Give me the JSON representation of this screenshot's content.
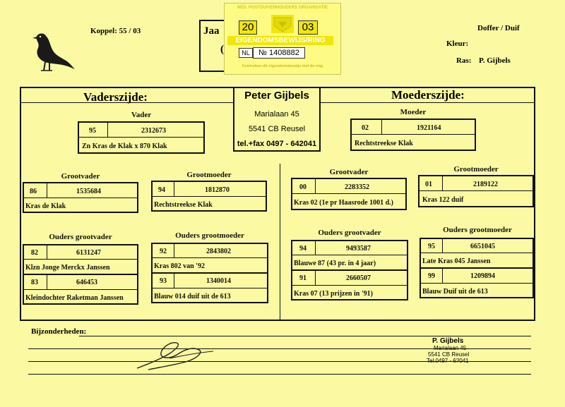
{
  "header": {
    "koppel": "Koppel: 55 / 03",
    "jaar_partial": "Jaa",
    "doffer_duif": "Doffer / Duif",
    "kleur_label": "Kleur:",
    "ras_label": "Ras:",
    "ras_value": "P. Gijbels"
  },
  "sticker": {
    "org": "NED. POSTDUIVENHOUDERS ORGANISATIE",
    "year_left": "20",
    "year_right": "03",
    "title": "EIGENDOMSBEWIJS/RING",
    "nl": "NL",
    "number": "№ 1408882",
    "footer": "Controleer dit eigendomsbewijs met de ring"
  },
  "breeder": {
    "name": "Peter Gijbels",
    "street": "Marialaan 45",
    "city": "5541 CB Reusel",
    "phone": "tel.+fax 0497 - 642041"
  },
  "sides": {
    "father_side": "Vaderszijde:",
    "mother_side": "Moederszijde:"
  },
  "vader": {
    "label": "Vader",
    "year": "95",
    "ring": "2312673",
    "desc": "Zn Kras de Klak x 870 Klak"
  },
  "moeder": {
    "label": "Moeder",
    "year": "02",
    "ring": "1921164",
    "desc": "Rechtstreekse Klak"
  },
  "v_grootvader": {
    "label": "Grootvader",
    "year": "86",
    "ring": "1535684",
    "desc": "Kras de Klak"
  },
  "v_grootmoeder": {
    "label": "Grootmoeder",
    "year": "94",
    "ring": "1812870",
    "desc": "Rechtstreekse Klak"
  },
  "m_grootvader": {
    "label": "Grootvader",
    "year": "00",
    "ring": "2283352",
    "desc": "Kras 02 (1e pr Haasrode 1001 d.)"
  },
  "m_grootmoeder": {
    "label": "Grootmoeder",
    "year": "01",
    "ring": "2189122",
    "desc": "Kras 122 duif"
  },
  "v_ouders_gv": {
    "label": "Ouders grootvader",
    "top": {
      "year": "82",
      "ring": "6131247",
      "desc": "Klzn Jonge Merckx Janssen"
    },
    "bottom": {
      "year": "83",
      "ring": "646453",
      "desc": "Kleindochter Raketman Janssen"
    }
  },
  "v_ouders_gm": {
    "label": "Ouders grootmoeder",
    "top": {
      "year": "92",
      "ring": "2843802",
      "desc": "Kras 802 van '92"
    },
    "bottom": {
      "year": "93",
      "ring": "1340014",
      "desc": "Blauw 014 duif uit de 613"
    }
  },
  "m_ouders_gv": {
    "label": "Ouders grootvader",
    "top": {
      "year": "94",
      "ring": "9493587",
      "desc": "Blauwe 87 (43 pr. in 4 jaar)"
    },
    "bottom": {
      "year": "91",
      "ring": "2660507",
      "desc": "Kras 07 (13 prijzen in '91)"
    }
  },
  "m_ouders_gm": {
    "label": "Ouders grootmoeder",
    "top": {
      "year": "95",
      "ring": "6651045",
      "desc": "Late Kras 045 Janssen"
    },
    "bottom": {
      "year": "99",
      "ring": "1209894",
      "desc": "Blauw Duif uit de 613"
    }
  },
  "bijzonderheden": "Bijzonderheden:",
  "stamp": {
    "name": "P. Gijbels",
    "street": "Marialaan 45",
    "city": "5541 CB Reusel",
    "phone": "Tel.0497 - 6?041"
  }
}
